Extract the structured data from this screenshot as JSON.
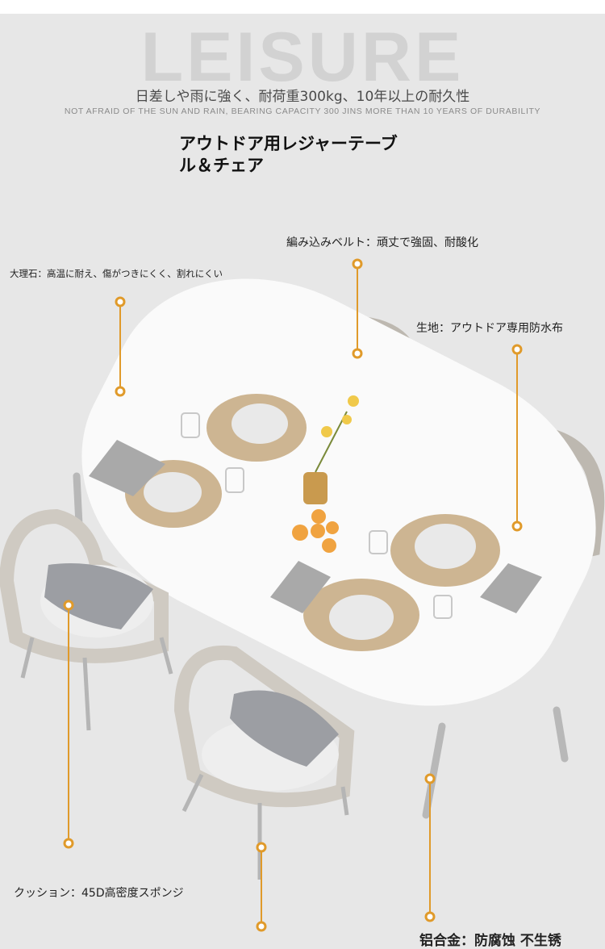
{
  "hero": {
    "background_word": "LEISURE",
    "subtitle_jp": "日差しや雨に強く、耐荷重300kg、10年以上の耐久性",
    "subtitle_en": "NOT AFRAID OF THE SUN AND RAIN, BEARING CAPACITY 300 JINS MORE THAN 10 YEARS OF DURABILITY",
    "title_line1": "アウトドア用レジャーテーブ",
    "title_line2": "ル＆チェア"
  },
  "annotations": {
    "marble": "大理石：高温に耐え、傷がつきにくく、割れにくい",
    "woven_belt": "編み込みベルト：頑丈で強固、耐酸化",
    "fabric": "生地：アウトドア専用防水布",
    "cushion": "クッション：45D高密度スポンジ",
    "aluminum": "铝合金：防腐蚀 不生锈"
  },
  "colors": {
    "background": "#e7e7e7",
    "accent": "#e09a2a",
    "table_top": "#fafafa",
    "rope": "#c9c4bc",
    "cushion": "#9c9ea3",
    "placemat": "#cdb592"
  }
}
